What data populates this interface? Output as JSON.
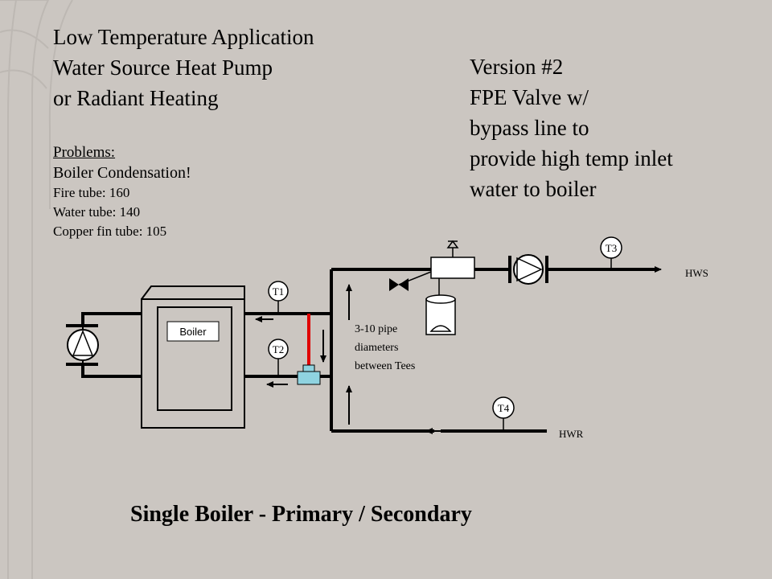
{
  "colors": {
    "background": "#cbc6c1",
    "decoration": "#bdb8b3",
    "pipe": "#000000",
    "bypass_pipe": "#e00000",
    "valve_fill": "#8fd3e0",
    "component_fill": "#ffffff"
  },
  "title": {
    "line1": "Low Temperature Application",
    "line2": "Water Source Heat Pump",
    "line3": "or Radiant Heating"
  },
  "problems": {
    "heading": "Problems:",
    "main": "Boiler Condensation!",
    "items": [
      "Fire tube: 160",
      "Water tube: 140",
      "Copper fin tube: 105"
    ]
  },
  "version": {
    "line1": "Version #2",
    "line2": "FPE Valve w/",
    "line3": "bypass line to",
    "line4": "provide high temp inlet",
    "line5": "water to boiler"
  },
  "diagram": {
    "boiler_label": "Boiler",
    "sensors": [
      "T1",
      "T2",
      "T3",
      "T4"
    ],
    "note": [
      "3-10 pipe",
      "diameters",
      "between Tees"
    ],
    "supply_label": "HWS",
    "return_label": "HWR"
  },
  "footer": {
    "title": "Single Boiler  -  Primary / Secondary"
  }
}
